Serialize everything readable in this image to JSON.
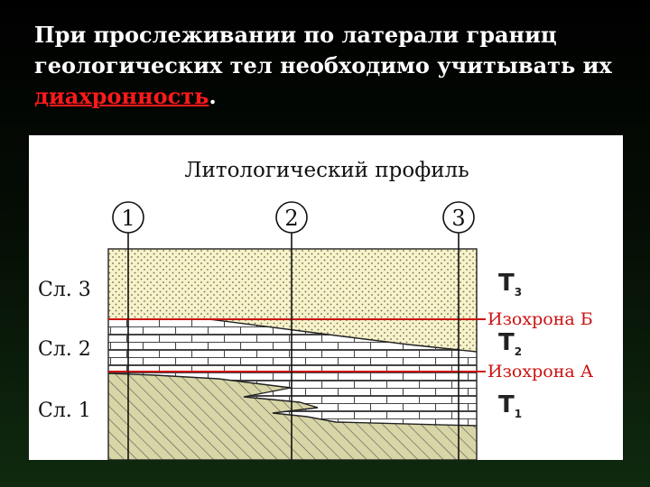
{
  "heading": {
    "line1": "При прослеживании по латерали границ",
    "line2": "геологических тел необходимо учитывать их",
    "highlight": "диахронность",
    "tail": "."
  },
  "diagram": {
    "title": "Литологический профиль",
    "wells": [
      "1",
      "2",
      "3"
    ],
    "layers": [
      "Сл. 3",
      "Сл. 2",
      "Сл. 1"
    ],
    "times": [
      {
        "main": "T",
        "sub": "3"
      },
      {
        "main": "T",
        "sub": "2"
      },
      {
        "main": "T",
        "sub": "1"
      }
    ],
    "isochrons": [
      "Изохрона Б",
      "Изохрона А"
    ],
    "colors": {
      "heading_highlight": "#ff1a1a",
      "isochron": "#cc1111",
      "sand": "#f7f2c8",
      "clay": "#d8d6a6",
      "brick": "#ffffff"
    }
  }
}
